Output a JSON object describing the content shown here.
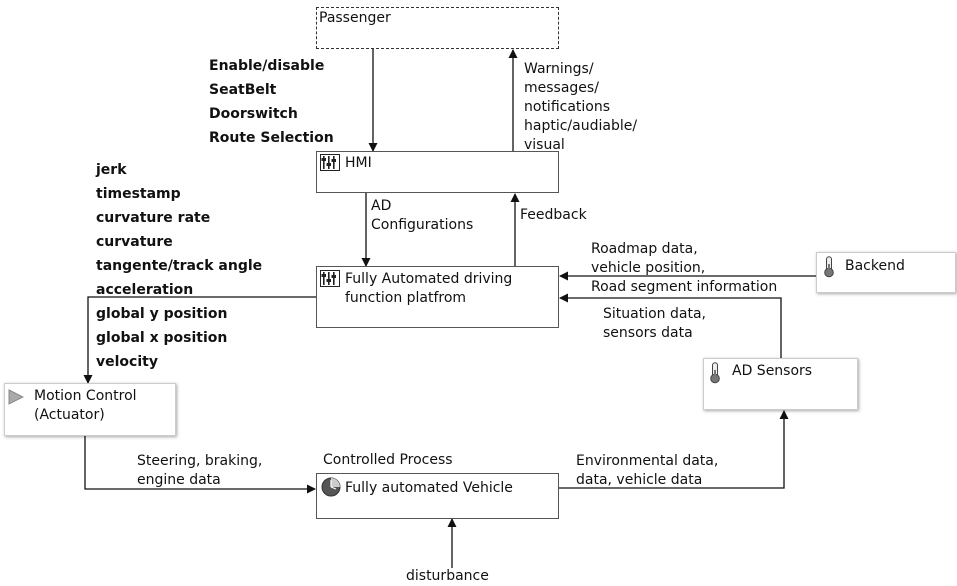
{
  "nodes": {
    "passenger": "Passenger",
    "hmi": "HMI",
    "platform_l1": "Fully Automated driving",
    "platform_l2": "function platfrom",
    "backend": "Backend",
    "ad_sensors": "AD Sensors",
    "motion_l1": "Motion Control",
    "motion_l2": "(Actuator)",
    "vehicle": "Fully automated Vehicle"
  },
  "labels": {
    "passenger_to_hmi": [
      "Enable/disable",
      "SeatBelt",
      "Doorswitch",
      "Route Selection"
    ],
    "hmi_to_passenger": [
      "Warnings/",
      "messages/",
      "notifications",
      "haptic/audiable/",
      "visual"
    ],
    "platform_to_motion": [
      "jerk",
      "timestamp",
      "curvature rate",
      "curvature",
      "tangente/track angle",
      "acceleration",
      "global y position",
      "global x position",
      "velocity"
    ],
    "hmi_to_platform": [
      "AD",
      "Configurations"
    ],
    "feedback": "Feedback",
    "backend_to_platform": [
      "Roadmap data,",
      "vehicle position,",
      "Road segment information"
    ],
    "sensors_to_platform": [
      "Situation data,",
      "sensors data"
    ],
    "motion_to_vehicle": [
      "Steering, braking,",
      "engine data"
    ],
    "controlled_process": "Controlled Process",
    "vehicle_to_sensors": [
      "Environmental data,",
      "data, vehicle data"
    ],
    "disturbance": "disturbance"
  },
  "icons": {
    "hmi": "panel-icon",
    "platform": "panel-icon",
    "backend": "thermometer-icon",
    "ad_sensors": "thermometer-icon",
    "motion": "play-triangle-icon",
    "vehicle": "clock-icon"
  }
}
